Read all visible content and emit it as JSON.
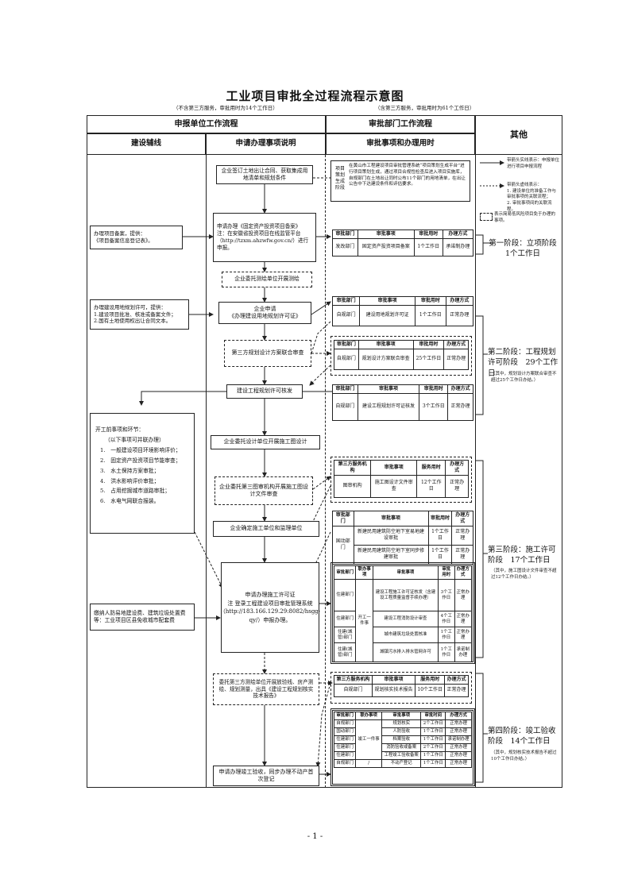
{
  "title": "工业项目审批全过程流程示意图",
  "subtitle_left": "（不含第三方服务，审批用时为14个工作日）",
  "subtitle_right": "（含第三方服务，审批用时为61个工作日）",
  "header": {
    "applicant": "申报单位工作流程",
    "approval": "审批部门工作流程",
    "other": "其他",
    "col1": "建设辅线",
    "col2": "申请办理事项说明",
    "col3": "审批事项和办理用时"
  },
  "legend": {
    "solid": "带箭头实线表示：申报单位进行项目申报流程",
    "dotted": "带箭头虚线表示：\n1. 建设单位的准备工作与审批事项的关联流程；\n2. 审批事项间的关联流程。",
    "dashbox": "表示简易低风险项目免于办理的事项。"
  },
  "aux": {
    "a1": "办理项目备案，提供：\n《项目备案信息登记表》。",
    "a2": "办理建设用地规划许可，提供：\n1.建设项目批准、核准或备案文件；\n2.国有土地使用权出让合同文本。",
    "a3_title": "开工前事项和环节：",
    "a3_sub": "（以下事项可并联办理）",
    "a3_items": [
      "1.　一般建设项目环境影响评价；",
      "2.　固定资产投资项目节能审查；",
      "3.　水土保持方案审批；",
      "4.　洪水影响评价审批；",
      "5.　占用挖掘城市道路审批；",
      "6.　水电气网联合报装。"
    ],
    "a4": "缴纳人防易地建设费、建筑垃圾处置费等：工业项目区县免收城市配套费"
  },
  "main": {
    "m1": "企业签订土地出让合同、获取集成用地清单和规划条件",
    "m2": "申请办理《固定资产投资项目备案》\n注：在安徽省投资项目在线监管平台（http://tzxm.ahzwfw.gov.cn/）进行申报。",
    "m3": "企业委托测绘单位开展测绘",
    "m4": "企业申请\n《办理建设用地规划许可证》",
    "m5": "第三方规划设计方案联合审查",
    "m6": "建设工程规划许可核发",
    "m7": "企业委托设计单位开展施工图设计",
    "m8": "企业委托第三图审机构开展施工图设计文件审查",
    "m9": "企业确定施工单位和监理单位",
    "m10": "申请办理施工许可证\n注 登录工程建设项目审批管理系统（http://183.166.129.29:8082/hsgg-qy/）申报办理。",
    "m11": "委托第三方测绘单位开展放验线、房产测绘、规划测量，出具《建设工程规划核实技术报告》",
    "m12": "申请办理竣工验收，同步办理不动产首次登记"
  },
  "info_box": {
    "label": "项目\n策划\n生成\n阶段",
    "text": "在黄山市工程建设项目审批管理系统“项目策划生成平台”进行项目策划生成，通过项目合规性检查后进入项目实施库，自规部门在土地出让同时公布11个部门的用地清单，在出让公告中下达建设条件和评估要求。"
  },
  "tables": {
    "t1": {
      "head": [
        "审批部门",
        "审批事项",
        "审批用时",
        "办理方式"
      ],
      "rows": [
        [
          "发改部门",
          "固定资产投资项目备案",
          "1个工作日",
          "承诺制办理"
        ]
      ]
    },
    "t2": {
      "head": [
        "审批部门",
        "审批事项",
        "审批用时",
        "办理方式"
      ],
      "rows": [
        [
          "自规部门",
          "建设用地规划许可证",
          "1个工作日",
          "正常办理"
        ]
      ]
    },
    "t3": {
      "head": [
        "审批部门",
        "审批事项",
        "审批用时",
        "办理方式"
      ],
      "rows": [
        [
          "自规部门",
          "规划设计方案联合审查",
          "25个工作日",
          "正常办理"
        ]
      ]
    },
    "t4": {
      "head": [
        "审批部门",
        "审批事项",
        "审批用时",
        "办理方式"
      ],
      "rows": [
        [
          "自规部门",
          "建设工程规划许可证核发",
          "3个工作日",
          "正常办理"
        ]
      ]
    },
    "t5": {
      "head": [
        "第三方服务机构",
        "审批事项",
        "服务用时",
        "办理方式"
      ],
      "rows": [
        [
          "图审机构",
          "施工图设计文件审查",
          "12个工作日",
          "正常办理"
        ]
      ]
    },
    "t6": {
      "head": [
        "审批部门",
        "审批事项",
        "审批用时",
        "办理方式"
      ],
      "dept": "国动部门",
      "rows": [
        [
          "新建民用建筑防空地下室易地建设审批",
          "1个工作日",
          "正常办理"
        ],
        [
          "新建民用建筑防空地下室同步修建审批",
          "1个工作日",
          "正常办理"
        ]
      ]
    },
    "t7": {
      "head": [
        "审批部门",
        "联办事项",
        "审批事项",
        "审批用时",
        "办理方式"
      ],
      "join": "开工一件事",
      "rows": [
        [
          "住建部门",
          "建设工程施工许可证核发（含建设工程质量监督手续办理）",
          "3个工作日",
          "正常办理"
        ],
        [
          "住建部门",
          "建设工程消防设计审查",
          "4个工作日",
          "正常办理"
        ],
        [
          "住建(城管)部门",
          "城市建筑垃圾处置核准",
          "1个工作日",
          "正常办理"
        ],
        [
          "住建(城管)部门",
          "城镇污水排入排水管网许可",
          "1个工作日",
          "承诺制办理"
        ]
      ]
    },
    "t8": {
      "head": [
        "第三方服务机构",
        "审批事项",
        "服务用时",
        "办理方式"
      ],
      "rows": [
        [
          "自规部门",
          "规划核实技术报告",
          "10个工作日",
          "正常办理"
        ]
      ]
    },
    "t9": {
      "head": [
        "审批部门",
        "联办事项",
        "审批事项",
        "审批时间",
        "办理方式"
      ],
      "join": "竣工一件事",
      "rows": [
        [
          "自规部门",
          "规划核实",
          "2个工作日",
          "正常办理"
        ],
        [
          "国动部门",
          "人防验收",
          "1个工作日",
          "正常办理"
        ],
        [
          "住建部门",
          "档案验收",
          "1个工作日",
          "承诺制办理"
        ],
        [
          "住建部门",
          "消防验收或备案",
          "2个工作日",
          "正常办理"
        ],
        [
          "住建部门",
          "工程竣工验收备案",
          "1个工作日",
          "正常办理"
        ]
      ],
      "last": [
        "自规部门",
        "/",
        "不动产登记",
        "1个工作日",
        "正常办理"
      ]
    }
  },
  "stages": {
    "s1": "第一阶段：立项阶段\n1个工作日",
    "s2": "第二阶段：工程规划许可阶段　29个工作日",
    "s2_note": "（其中，规划设计方案联合审查不超过25个工作日办结。）",
    "s3": "第三阶段：施工许可阶段　17个工作日",
    "s3_note": "（其中，施工图设计文件审查不超过12个工作日办结。）",
    "s4": "第四阶段：竣工验收阶段　14个工作日",
    "s4_note": "（其中，规划核实技术报告不超过10个工作日办结。）"
  },
  "page_number": "- 1 -"
}
